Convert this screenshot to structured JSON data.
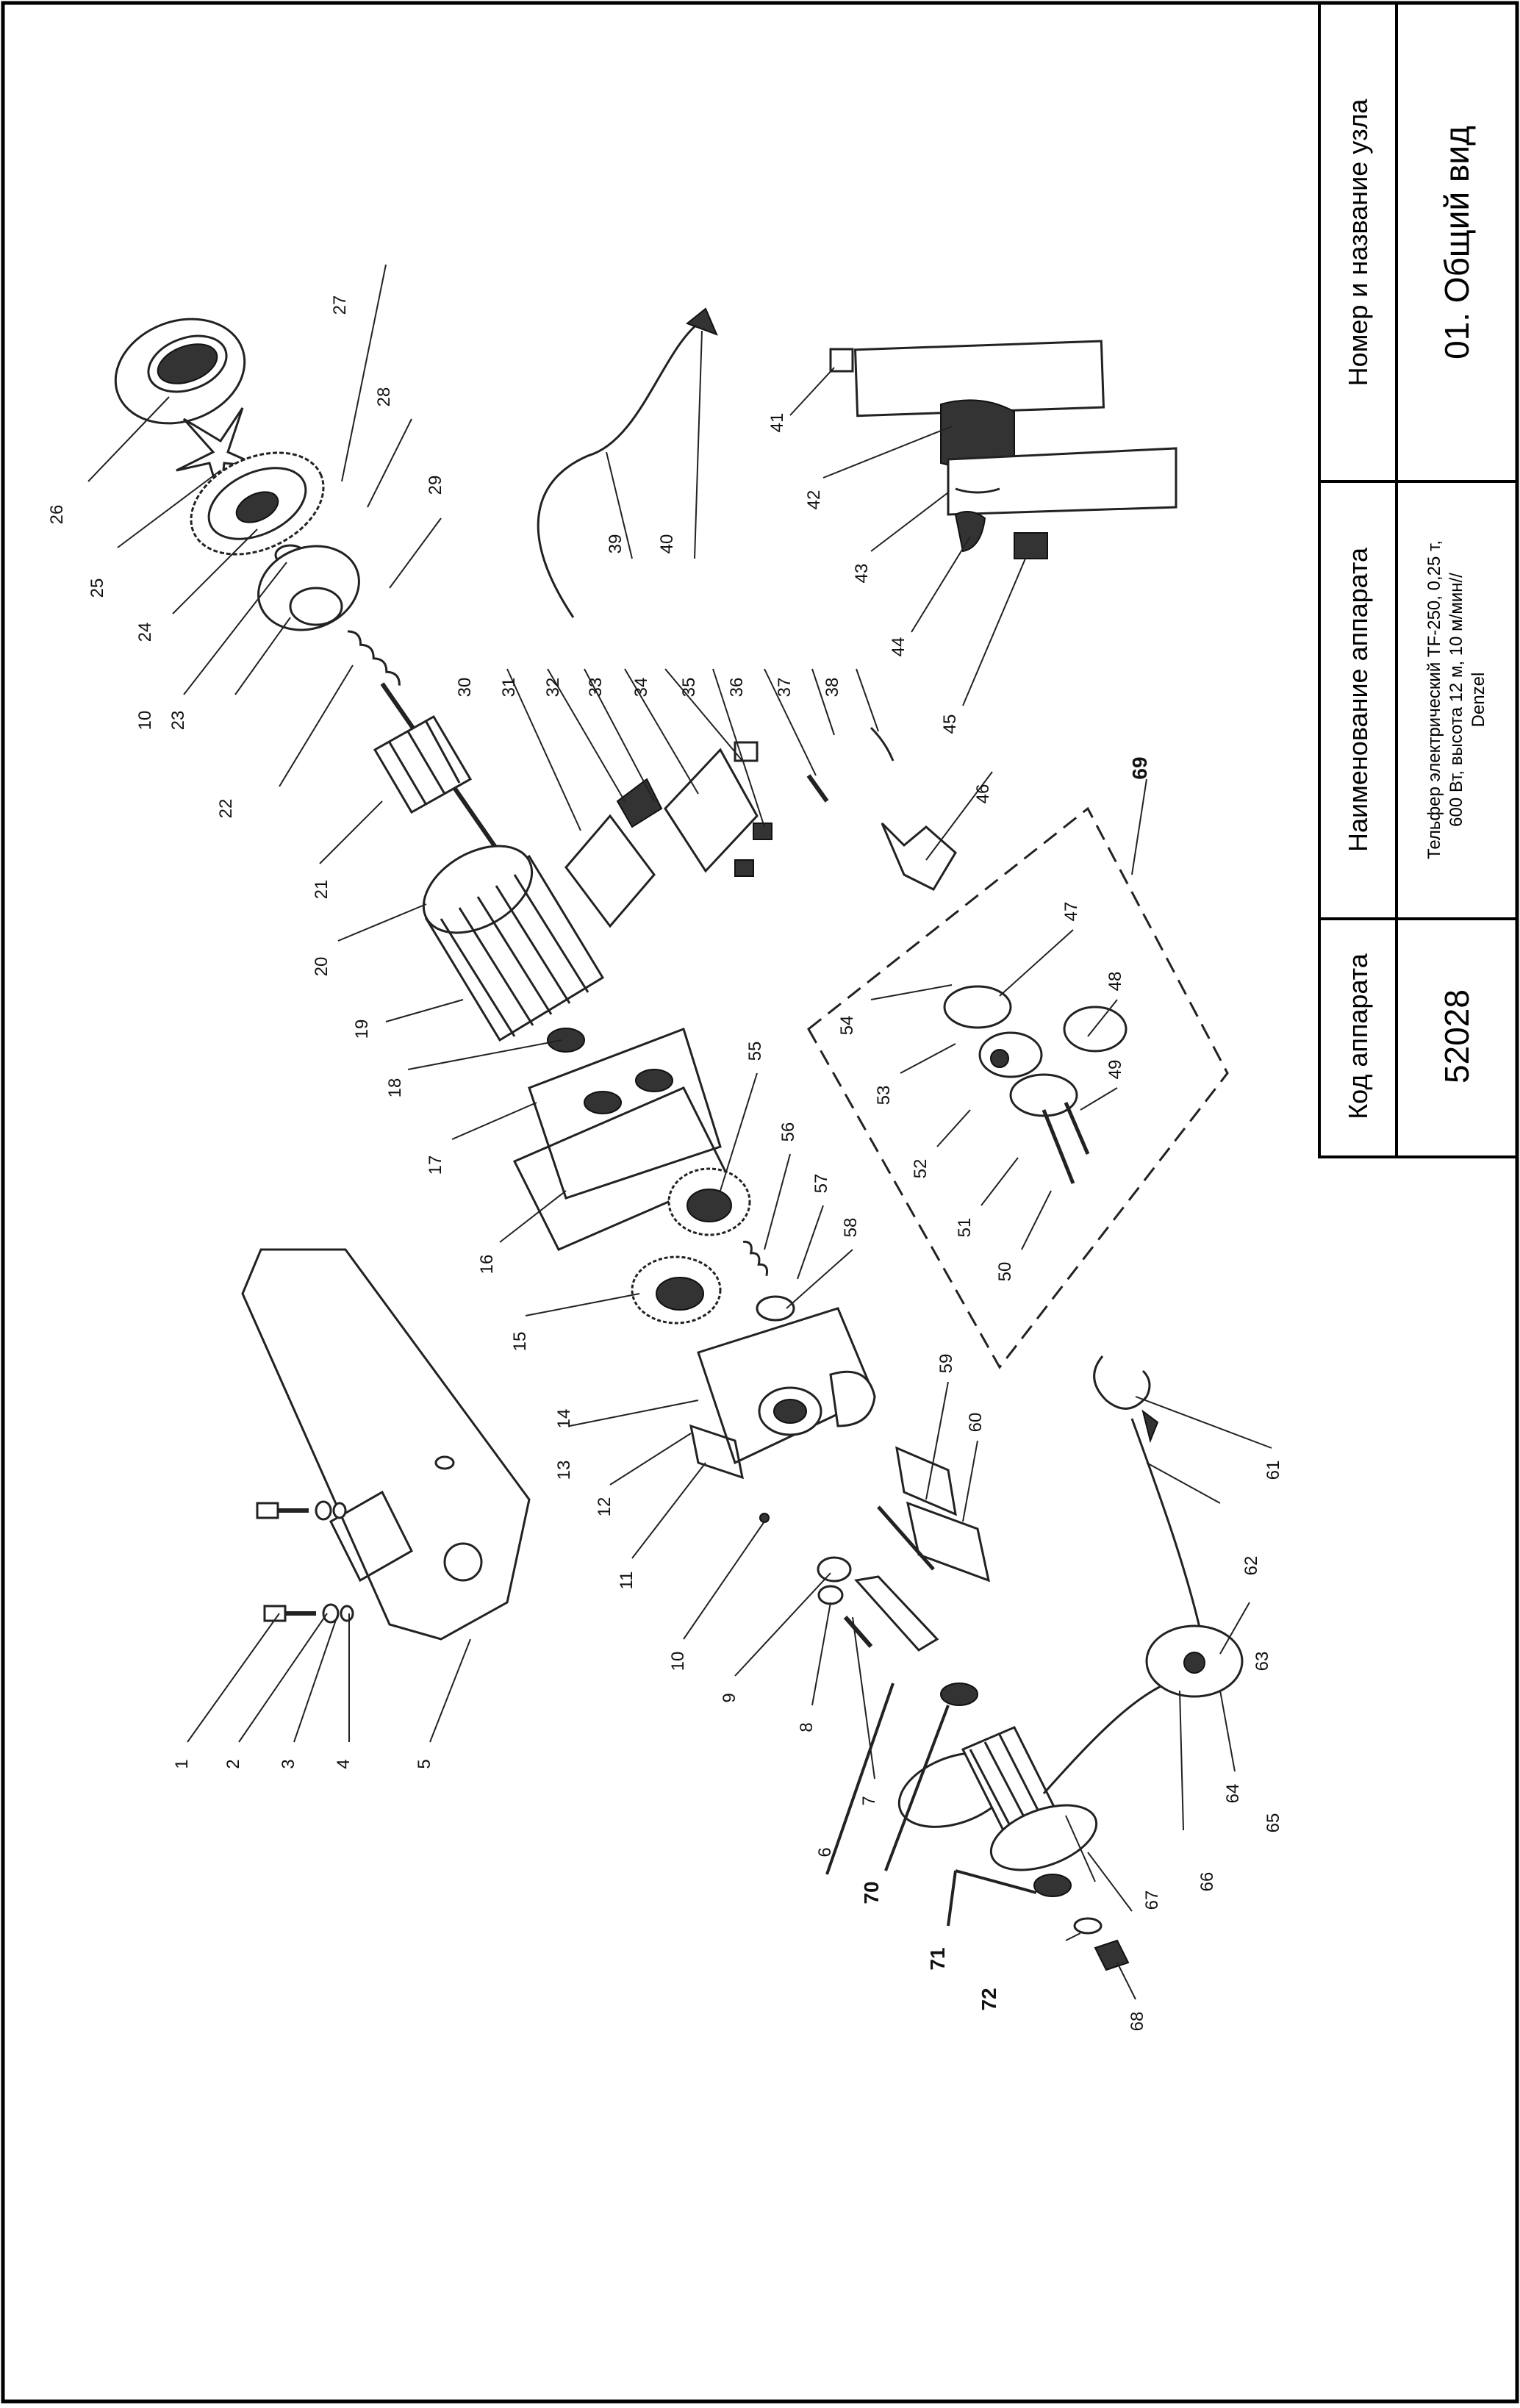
{
  "title_block": {
    "code_header": "Код аппарата",
    "code_value": "52028",
    "name_header": "Наименование аппарата",
    "name_value_line1": "Тельфер электрический TF-250, 0,25 т,",
    "name_value_line2": "600 Вт, высота 12 м, 10 м/мин//",
    "name_value_line3": "Denzel",
    "node_header": "Номер и название узла",
    "node_value": "01. Общий вид"
  },
  "callouts": [
    "1",
    "2",
    "3",
    "4",
    "5",
    "6",
    "7",
    "8",
    "9",
    "10",
    "11",
    "12",
    "13",
    "14",
    "15",
    "16",
    "17",
    "18",
    "19",
    "20",
    "21",
    "22",
    "23",
    "24",
    "25",
    "26",
    "27",
    "28",
    "29",
    "30",
    "31",
    "32",
    "33",
    "34",
    "35",
    "36",
    "37",
    "38",
    "39",
    "40",
    "41",
    "42",
    "43",
    "44",
    "45",
    "46",
    "47",
    "48",
    "49",
    "50",
    "51",
    "52",
    "53",
    "54",
    "55",
    "56",
    "57",
    "58",
    "59",
    "60",
    "61",
    "62",
    "63",
    "64",
    "65",
    "66",
    "67",
    "68",
    "69",
    "70",
    "71",
    "72",
    "10"
  ]
}
